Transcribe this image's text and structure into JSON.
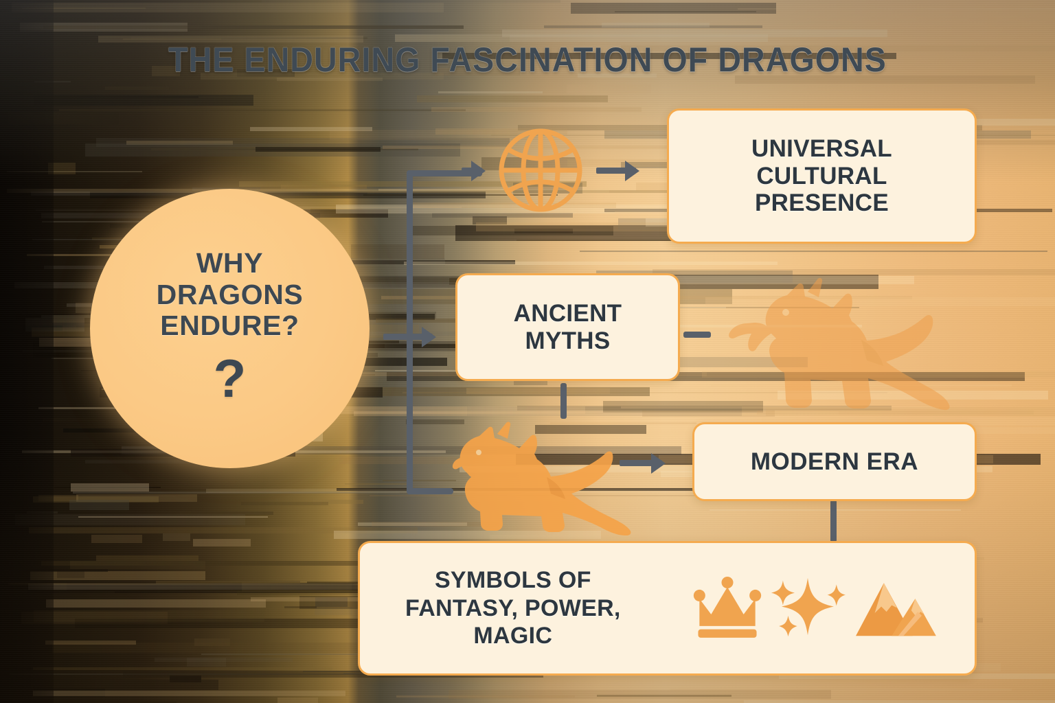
{
  "header": {
    "title": "THE ENDURING FASCINATION OF DRAGONS"
  },
  "hub": {
    "label": "WHY\nDRAGONS\nENDURE?",
    "question_mark": "?"
  },
  "cards": [
    {
      "id": "universal",
      "label": "UNIVERSAL\nCULTURAL\nPRESENCE"
    },
    {
      "id": "myths",
      "label": "ANCIENT\nMYTHS"
    },
    {
      "id": "modern",
      "label": "MODERN ERA"
    },
    {
      "id": "symbols",
      "label": "SYMBOLS OF\nFANTASY, POWER,\nMAGIC"
    }
  ],
  "icons": {
    "globe": "globe-icon",
    "crown": "crown-icon",
    "sparkle": "sparkle-icon",
    "mountain": "mountain-icon",
    "dragon_right": "dragon-silhouette-icon",
    "dragon_left": "dragon-silhouette-icon"
  },
  "colors": {
    "accent_orange": "#F5AB4F",
    "card_fill": "#FDF2DE",
    "circle_fill": "#FBC985",
    "text_dark": "#2D3740",
    "connector": "#59606A",
    "dragon_orange": "#F0A050",
    "background_dark": "#120D07",
    "background_warm": "#F3C486"
  }
}
